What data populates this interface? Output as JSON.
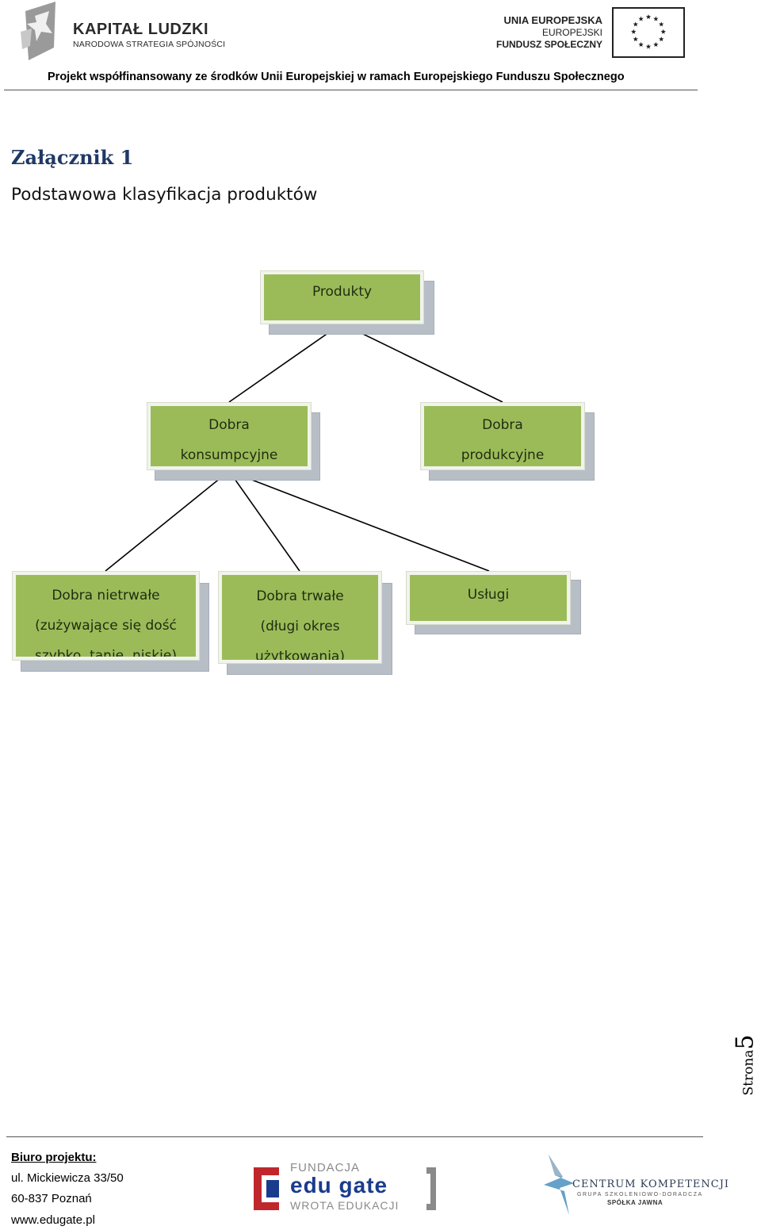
{
  "header": {
    "kapital_title": "KAPITAŁ LUDZKI",
    "kapital_subtitle": "NARODOWA STRATEGIA SPÓJNOŚCI",
    "eu_line1": "UNIA EUROPEJSKA",
    "eu_line2": "EUROPEJSKI",
    "eu_line3": "FUNDUSZ SPOŁECZNY",
    "project_line": "Projekt współfinansowany ze środków Unii Europejskiej w ramach Europejskiego Funduszu Społecznego"
  },
  "document": {
    "annex_title": "Załącznik 1",
    "subtitle": "Podstawowa klasyfikacja produktów"
  },
  "diagram": {
    "root": {
      "line1": "Produkty"
    },
    "consumer": {
      "line1": "Dobra",
      "line2": "konsumpcyjne"
    },
    "production": {
      "line1": "Dobra",
      "line2": "produkcyjne"
    },
    "nondurable": {
      "line1": "Dobra nietrwałe",
      "line2": "(zużywające się dość",
      "line3": "szybko, tanie, niskie)"
    },
    "durable": {
      "line1": "Dobra trwałe",
      "line2": "(długi okres",
      "line3": "użytkowania)"
    },
    "services": {
      "line1": "Usługi"
    },
    "colors": {
      "box_fill": "#9bbb59",
      "box_border": "#f1f4ec",
      "shadow": "#b8bec6",
      "connector": "#000000"
    }
  },
  "page": {
    "label": "Strona",
    "number": "5"
  },
  "footer": {
    "office_label": "Biuro projektu:",
    "address": "ul. Mickiewicza 33/50",
    "city": "60-837 Poznań",
    "website": "www.edugate.pl",
    "edugate_top": "FUNDACJA",
    "edugate_main": "edu gate",
    "edugate_bottom": "WROTA EDUKACJI",
    "ck_name": "CENTRUM KOMPETENCJI",
    "ck_sub": "GRUPA SZKOLENIOWO-DORADCZA",
    "ck_form": "SPÓŁKA JAWNA"
  }
}
